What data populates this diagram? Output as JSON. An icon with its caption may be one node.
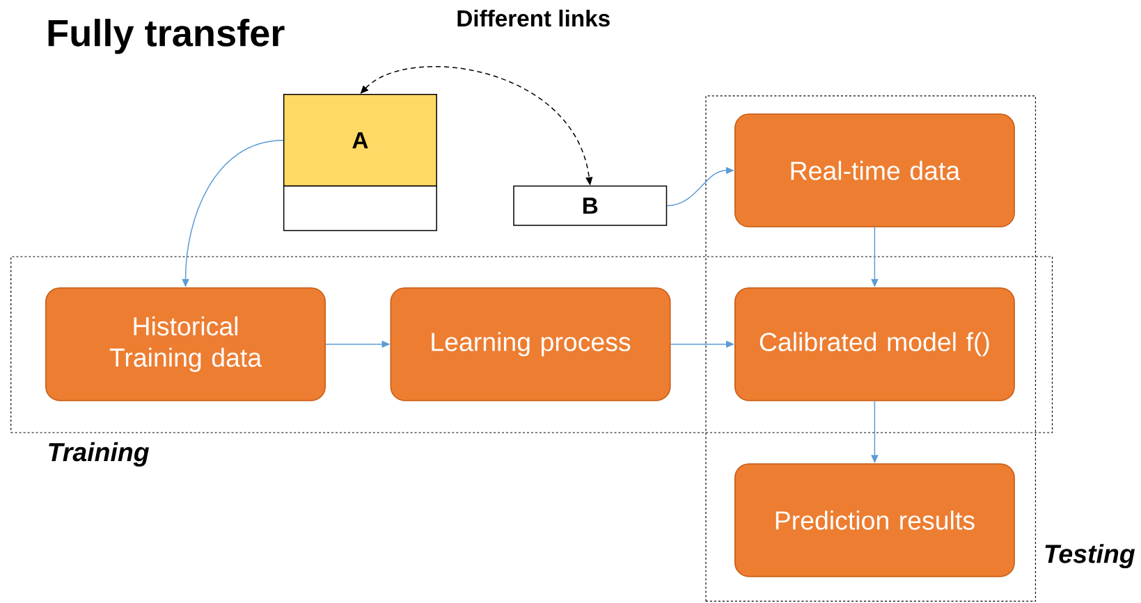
{
  "diagram": {
    "title": "Fully transfer",
    "nodes": [
      {
        "text": [
          "Training"
        ]
      },
      {
        "text": [
          "Testing"
        ]
      },
      {
        "text": [
          "A"
        ]
      },
      {
        "text": [],
        "shape": "box"
      },
      {
        "text": [
          "B"
        ]
      },
      {
        "text": [
          "Real-time data"
        ],
        "in": 1
      },
      {
        "text": [
          "Historical Training data"
        ],
        "in": 0
      },
      {
        "text": [
          "Learning process"
        ],
        "in": 0
      },
      {
        "text": [
          "Calibrated model f()"
        ]
      },
      {
        "text": [
          "Prediction results"
        ],
        "in": 1
      }
    ],
    "edges": [
      {
        "from": 2,
        "to": 4,
        "arrow": "both",
        "label": "Different links",
        "style": "dashed",
        "color": "#000000"
      },
      {
        "from": 2,
        "to": 6,
        "arrow": "to"
      },
      {
        "from": 4,
        "to": 5,
        "arrow": "to"
      },
      {
        "from": 6,
        "to": 7,
        "arrow": "to"
      },
      {
        "from": 7,
        "to": 8,
        "arrow": "to"
      },
      {
        "from": 5,
        "to": 8,
        "arrow": "to"
      },
      {
        "from": 8,
        "to": 9,
        "arrow": "to"
      }
    ]
  }
}
